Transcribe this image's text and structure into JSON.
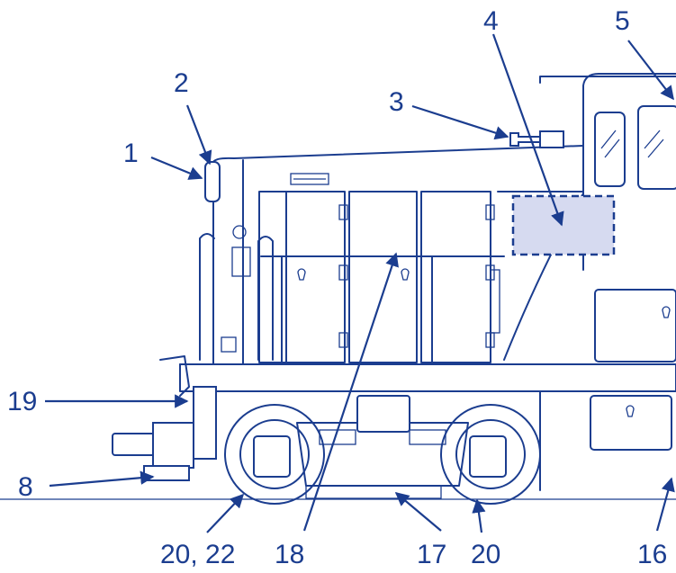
{
  "callouts": {
    "c1": "1",
    "c2": "2",
    "c3": "3",
    "c4": "4",
    "c5": "5",
    "c8": "8",
    "c16": "16",
    "c17": "17",
    "c18": "18",
    "c19": "19",
    "c20a": "20, 22",
    "c20b": "20"
  },
  "colors": {
    "line": "#1b3d8f",
    "highlight": "#d6daf0"
  }
}
